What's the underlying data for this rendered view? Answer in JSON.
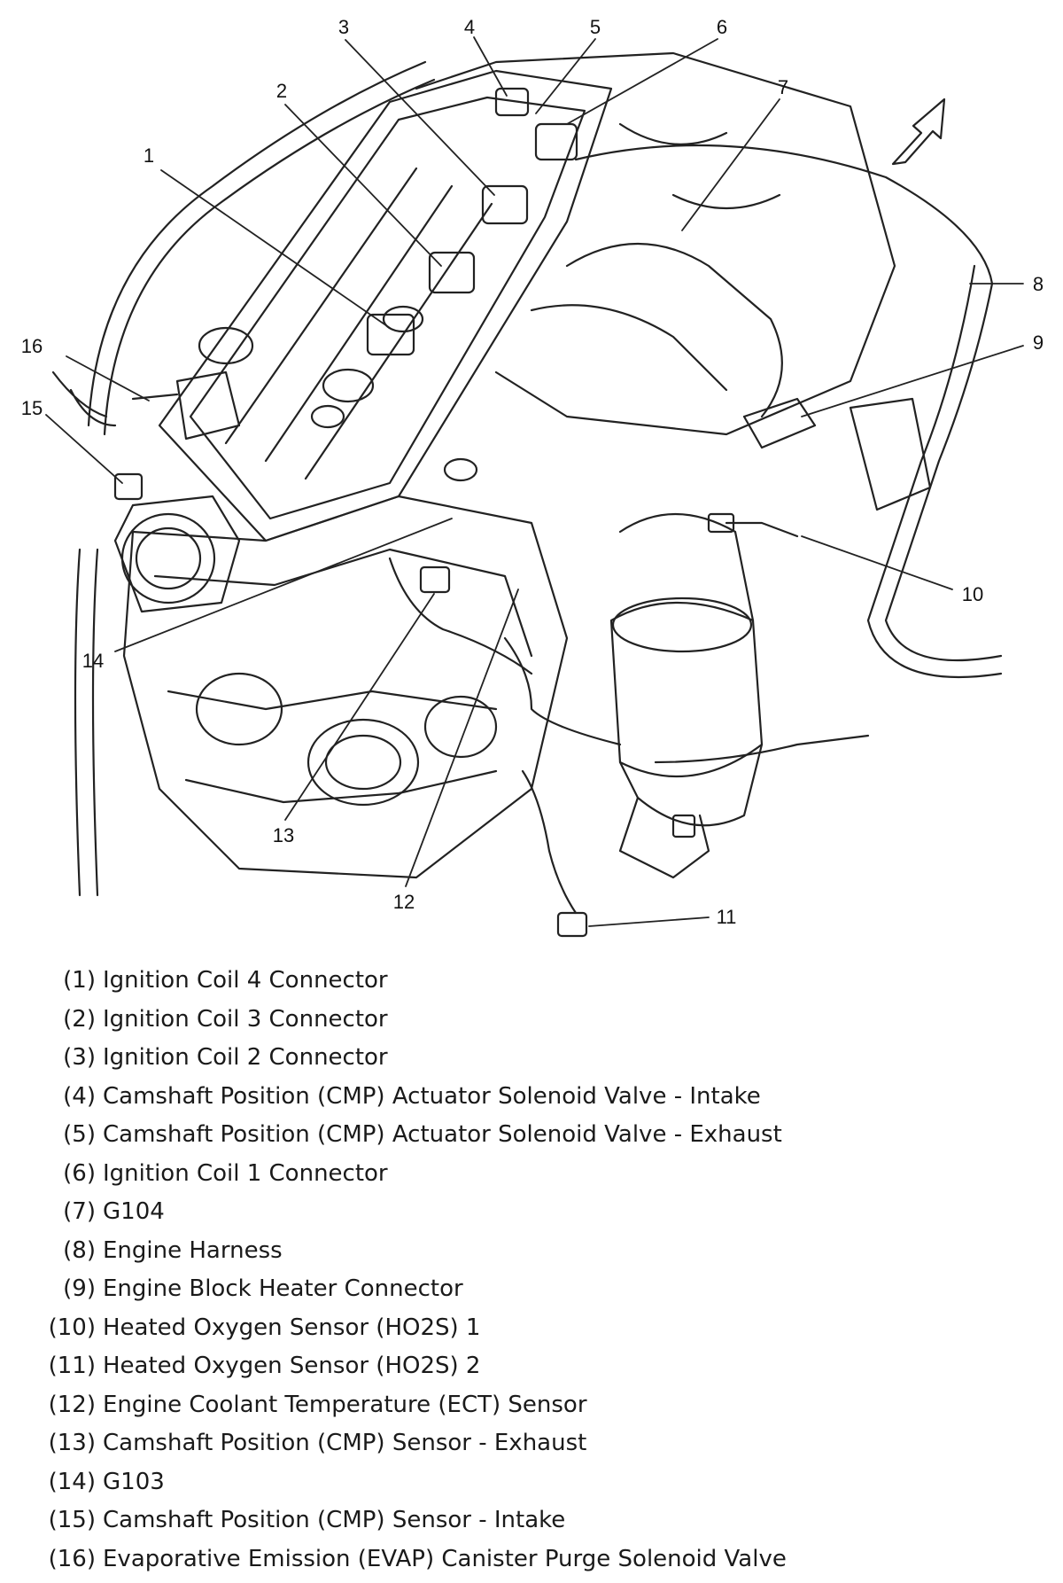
{
  "diagram": {
    "callouts": [
      {
        "num": "1"
      },
      {
        "num": "2"
      },
      {
        "num": "3"
      },
      {
        "num": "4"
      },
      {
        "num": "5"
      },
      {
        "num": "6"
      },
      {
        "num": "7"
      },
      {
        "num": "8"
      },
      {
        "num": "9"
      },
      {
        "num": "10"
      },
      {
        "num": "11"
      },
      {
        "num": "12"
      },
      {
        "num": "13"
      },
      {
        "num": "14"
      },
      {
        "num": "15"
      },
      {
        "num": "16"
      }
    ],
    "icons": [
      "engine-assembly-drawing",
      "direction-arrow-icon"
    ]
  },
  "legend": {
    "items": [
      {
        "num": "(1)",
        "label": "Ignition Coil 4 Connector"
      },
      {
        "num": "(2)",
        "label": "Ignition Coil 3 Connector"
      },
      {
        "num": "(3)",
        "label": "Ignition Coil 2 Connector"
      },
      {
        "num": "(4)",
        "label": "Camshaft Position (CMP) Actuator Solenoid Valve - Intake"
      },
      {
        "num": "(5)",
        "label": "Camshaft Position (CMP) Actuator Solenoid Valve - Exhaust"
      },
      {
        "num": "(6)",
        "label": "Ignition Coil 1 Connector"
      },
      {
        "num": "(7)",
        "label": "G104"
      },
      {
        "num": "(8)",
        "label": "Engine Harness"
      },
      {
        "num": "(9)",
        "label": "Engine Block Heater Connector"
      },
      {
        "num": "(10)",
        "label": "Heated Oxygen Sensor (HO2S) 1"
      },
      {
        "num": "(11)",
        "label": "Heated Oxygen Sensor (HO2S) 2"
      },
      {
        "num": "(12)",
        "label": "Engine Coolant Temperature (ECT) Sensor"
      },
      {
        "num": "(13)",
        "label": "Camshaft Position (CMP) Sensor - Exhaust"
      },
      {
        "num": "(14)",
        "label": "G103"
      },
      {
        "num": "(15)",
        "label": "Camshaft Position (CMP) Sensor - Intake"
      },
      {
        "num": "(16)",
        "label": "Evaporative Emission (EVAP) Canister Purge Solenoid Valve"
      }
    ]
  }
}
